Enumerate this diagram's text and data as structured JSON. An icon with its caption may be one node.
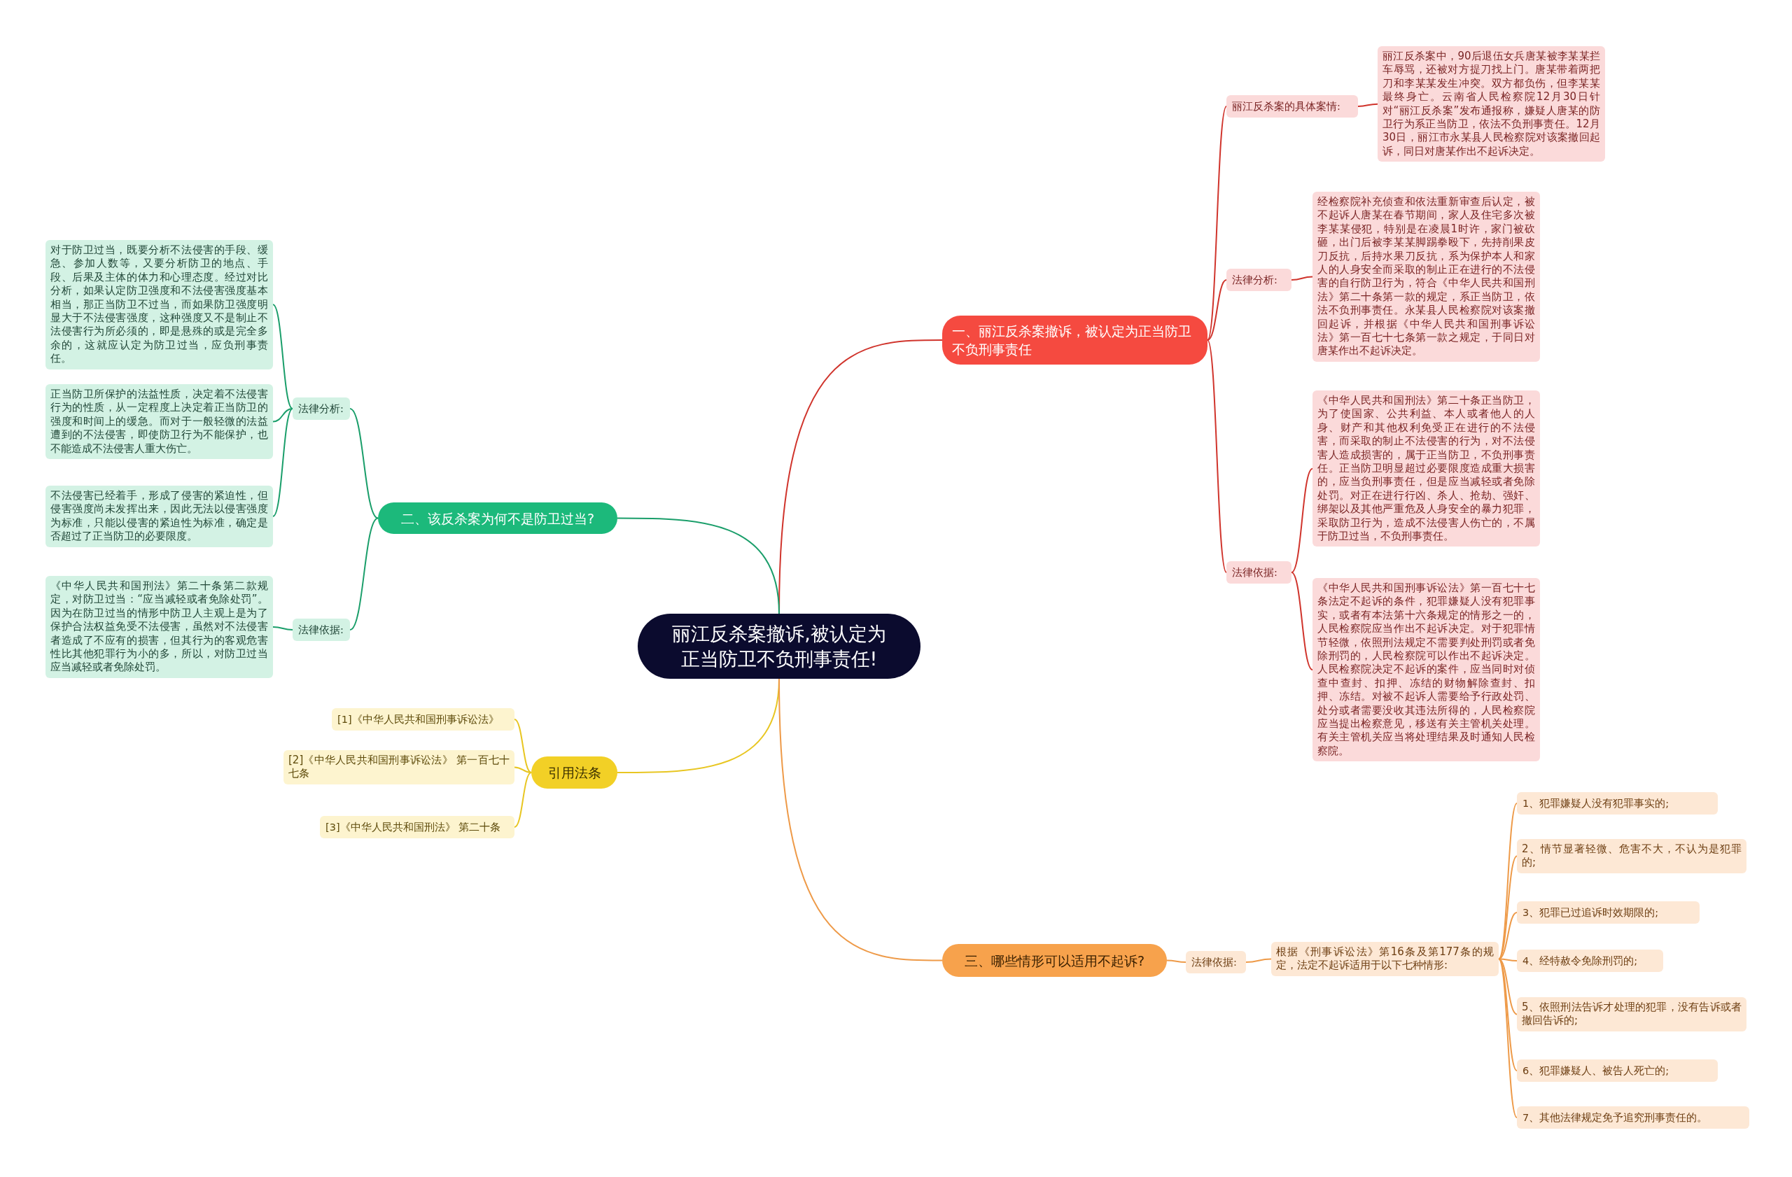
{
  "diagram": {
    "nodes": [
      {
        "text": [
          "丽江反杀案撤诉,被认定为正当防卫不负刑事责任!"
        ]
      },
      {
        "text": [
          "一、丽江反杀案撤诉，被认定为正当防卫不负刑事责任"
        ]
      },
      {
        "text": [
          "丽江反杀案的具体案情:"
        ]
      },
      {
        "text": [
          "丽江反杀案中，90后退伍女兵唐某被李某某拦车辱骂，还被对方提刀找上门。唐某带着两把刀和李某某发生冲突。双方都负伤，但李某某最终身亡。云南省人民检察院12月30日针对“丽江反杀案”发布通报称，嫌疑人唐某的防卫行为系正当防卫，依法不负刑事责任。12月30日，丽江市永某县人民检察院对该案撤回起诉，同日对唐某作出不起诉决定。"
        ]
      },
      {
        "text": [
          "法律分析:"
        ]
      },
      {
        "text": [
          "经检察院补充侦查和依法重新审查后认定，被不起诉人唐某在春节期间，家人及住宅多次被李某某侵犯，特别是在凌晨1时许，家门被砍砸，出门后被李某某脚踢拳殴下，先持削果皮刀反抗，后持水果刀反抗，系为保护本人和家人的人身安全而采取的制止正在进行的不法侵害的自行防卫行为，符合《中华人民共和国刑法》第二十条第一款的规定，系正当防卫，依法不负刑事责任。永某县人民检察院对该案撤回起诉，并根据《中华人民共和国刑事诉讼法》第一百七十七条第一款之规定，于同日对唐某作出不起诉决定。"
        ]
      },
      {
        "text": [
          "法律依据:"
        ]
      },
      {
        "text": [
          "《中华人民共和国刑法》第二十条正当防卫，为了使国家、公共利益、本人或者他人的人身、财产和其他权利免受正在进行的不法侵害，而采取的制止不法侵害的行为，对不法侵害人造成损害的，属于正当防卫，不负刑事责任。正当防卫明显超过必要限度造成重大损害的，应当负刑事责任，但是应当减轻或者免除处罚。对正在进行行凶、杀人、抢劫、强奸、绑架以及其他严重危及人身安全的暴力犯罪，采取防卫行为，造成不法侵害人伤亡的，不属于防卫过当，不负刑事责任。"
        ]
      },
      {
        "text": [
          "《中华人民共和国刑事诉讼法》第一百七十七条法定不起诉的条件，犯罪嫌疑人没有犯罪事实，或者有本法第十六条规定的情形之一的，人民检察院应当作出不起诉决定。对于犯罪情节轻微，依照刑法规定不需要判处刑罚或者免除刑罚的，人民检察院可以作出不起诉决定。人民检察院决定不起诉的案件，应当同时对侦查中查封、扣押、冻结的财物解除查封、扣押、冻结。对被不起诉人需要给予行政处罚、处分或者需要没收其违法所得的，人民检察院应当提出检察意见，移送有关主管机关处理。有关主管机关应当将处理结果及时通知人民检察院。"
        ]
      },
      {
        "text": [
          "二、该反杀案为何不是防卫过当?"
        ]
      },
      {
        "text": [
          "法律分析:"
        ]
      },
      {
        "text": [
          "对于防卫过当，既要分析不法侵害的手段、缓急、参加人数等，又要分析防卫的地点、手段、后果及主体的体力和心理态度。经过对比分析，如果认定防卫强度和不法侵害强度基本相当，那正当防卫不过当，而如果防卫强度明显大于不法侵害强度，这种强度又不是制止不法侵害行为所必须的，即是悬殊的或是完全多余的，这就应认定为防卫过当，应负刑事责任。"
        ]
      },
      {
        "text": [
          "正当防卫所保护的法益性质，决定着不法侵害行为的性质，从一定程度上决定着正当防卫的强度和时间上的缓急。而对于一般轻微的法益遭到的不法侵害，即使防卫行为不能保护，也不能造成不法侵害人重大伤亡。"
        ]
      },
      {
        "text": [
          "不法侵害已经着手，形成了侵害的紧迫性，但侵害强度尚未发挥出来，因此无法以侵害强度为标准，只能以侵害的紧迫性为标准，确定是否超过了正当防卫的必要限度。"
        ]
      },
      {
        "text": [
          "法律依据:"
        ]
      },
      {
        "text": [
          "《中华人民共和国刑法》第二十条第二款规定，对防卫过当：“应当减轻或者免除处罚”。因为在防卫过当的情形中防卫人主观上是为了保护合法权益免受不法侵害，虽然对不法侵害者造成了不应有的损害，但其行为的客观危害性比其他犯罪行为小的多，所以，对防卫过当应当减轻或者免除处罚。"
        ]
      },
      {
        "text": [
          "引用法条"
        ]
      },
      {
        "text": [
          "[1]《中华人民共和国刑事诉讼法》"
        ]
      },
      {
        "text": [
          "[2]《中华人民共和国刑事诉讼法》 第一百七十七条"
        ]
      },
      {
        "text": [
          "[3]《中华人民共和国刑法》 第二十条"
        ]
      },
      {
        "text": [
          "三、哪些情形可以适用不起诉?"
        ]
      },
      {
        "text": [
          "法律依据:"
        ]
      },
      {
        "text": [
          "根据《刑事诉讼法》第16条及第177条的规定，法定不起诉适用于以下七种情形:"
        ]
      },
      {
        "text": [
          "1、犯罪嫌疑人没有犯罪事实的;"
        ]
      },
      {
        "text": [
          "2、情节显著轻微、危害不大，不认为是犯罪的;"
        ]
      },
      {
        "text": [
          "3、犯罪已过追诉时效期限的;"
        ]
      },
      {
        "text": [
          "4、经特赦令免除刑罚的;"
        ]
      },
      {
        "text": [
          "5、依照刑法告诉才处理的犯罪，没有告诉或者撤回告诉的;"
        ]
      },
      {
        "text": [
          "6、犯罪嫌疑人、被告人死亡的;"
        ]
      },
      {
        "text": [
          "7、其他法律规定免予追究刑事责任的。"
        ]
      }
    ],
    "edges": [
      {
        "from": 0,
        "to": 1,
        "arrow": "none",
        "color": "#d0342c"
      },
      {
        "from": 1,
        "to": 2,
        "arrow": "none",
        "color": "#d0342c"
      },
      {
        "from": 2,
        "to": 3,
        "arrow": "none",
        "color": "#d0342c"
      },
      {
        "from": 1,
        "to": 4,
        "arrow": "none",
        "color": "#d0342c"
      },
      {
        "from": 4,
        "to": 5,
        "arrow": "none",
        "color": "#d0342c"
      },
      {
        "from": 1,
        "to": 6,
        "arrow": "none",
        "color": "#d0342c"
      },
      {
        "from": 6,
        "to": 7,
        "arrow": "none",
        "color": "#d0342c"
      },
      {
        "from": 6,
        "to": 8,
        "arrow": "none",
        "color": "#d0342c"
      },
      {
        "from": 0,
        "to": 9,
        "arrow": "none",
        "color": "#1a9e6a"
      },
      {
        "from": 9,
        "to": 10,
        "arrow": "none",
        "color": "#1a9e6a"
      },
      {
        "from": 10,
        "to": 11,
        "arrow": "none",
        "color": "#1a9e6a"
      },
      {
        "from": 10,
        "to": 12,
        "arrow": "none",
        "color": "#1a9e6a"
      },
      {
        "from": 10,
        "to": 13,
        "arrow": "none",
        "color": "#1a9e6a"
      },
      {
        "from": 9,
        "to": 14,
        "arrow": "none",
        "color": "#1a9e6a"
      },
      {
        "from": 14,
        "to": 15,
        "arrow": "none",
        "color": "#1a9e6a"
      },
      {
        "from": 0,
        "to": 16,
        "arrow": "none",
        "color": "#e8c622"
      },
      {
        "from": 16,
        "to": 17,
        "arrow": "none",
        "color": "#e8c622"
      },
      {
        "from": 16,
        "to": 18,
        "arrow": "none",
        "color": "#e8c622"
      },
      {
        "from": 16,
        "to": 19,
        "arrow": "none",
        "color": "#e8c622"
      },
      {
        "from": 0,
        "to": 20,
        "arrow": "none"
      },
      {
        "from": 20,
        "to": 21,
        "arrow": "none"
      },
      {
        "from": 21,
        "to": 22,
        "arrow": "none"
      },
      {
        "from": 22,
        "to": 23,
        "arrow": "none"
      },
      {
        "from": 22,
        "to": 24,
        "arrow": "none"
      },
      {
        "from": 22,
        "to": 25,
        "arrow": "none"
      },
      {
        "from": 22,
        "to": 26,
        "arrow": "none"
      },
      {
        "from": 22,
        "to": 27,
        "arrow": "none"
      },
      {
        "from": 22,
        "to": 28,
        "arrow": "none"
      },
      {
        "from": 22,
        "to": 29,
        "arrow": "none"
      }
    ]
  }
}
